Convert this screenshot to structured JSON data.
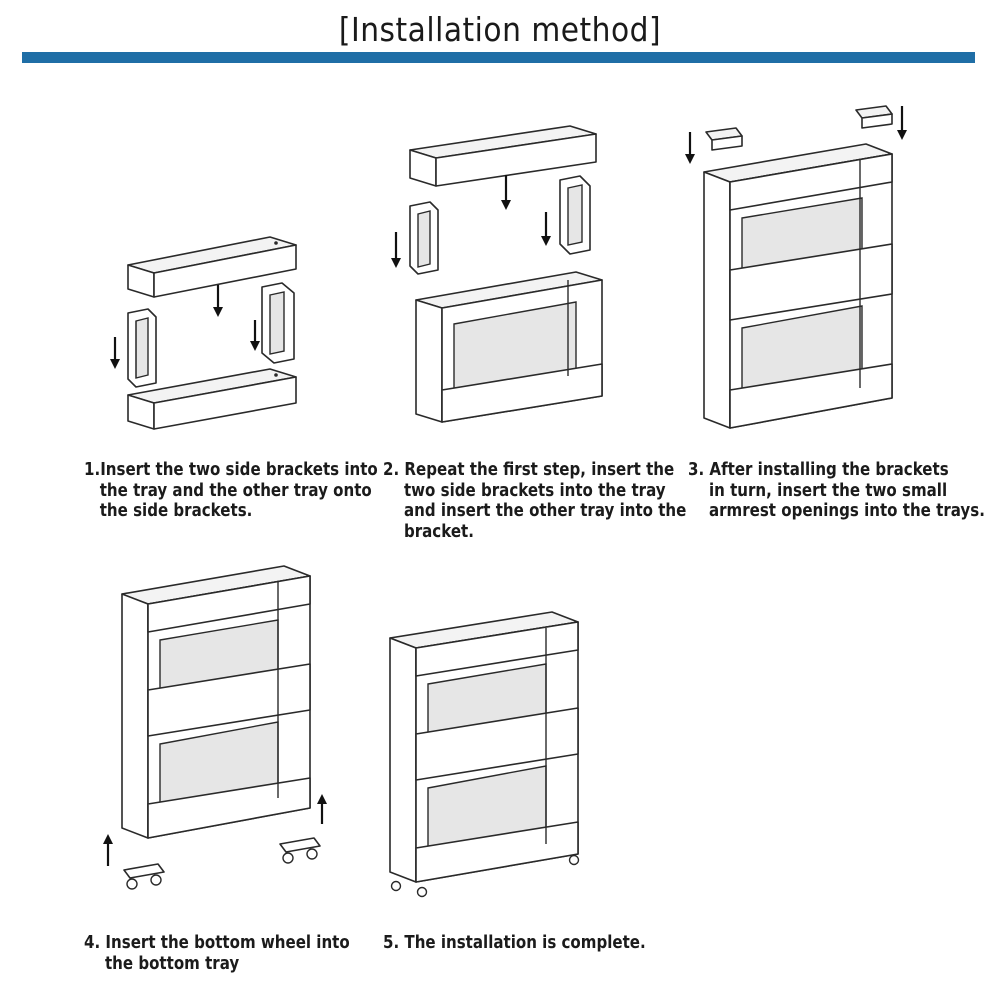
{
  "header": {
    "title": "[Installation method]"
  },
  "steps": [
    {
      "number": "1",
      "caption": "1.Insert the two side brackets into\n   the tray and the other tray onto\n   the side brackets."
    },
    {
      "number": "2",
      "caption": "2. Repeat the first step, insert the\n    two side brackets into the tray\n    and insert the other tray into the\n    bracket."
    },
    {
      "number": "3",
      "caption": "3. After installing the brackets\n    in turn, insert the two small\n    armrest openings into the trays."
    },
    {
      "number": "4",
      "caption": "4. Insert the bottom wheel into\n    the bottom tray"
    },
    {
      "number": "5",
      "caption": "5. The installation is complete."
    }
  ],
  "colors": {
    "accent_rule": "#1f6ea6",
    "line_art": "#2a2a2a",
    "text": "#1b1b1b"
  },
  "icons": [
    "down-arrow-icon",
    "up-arrow-icon"
  ]
}
